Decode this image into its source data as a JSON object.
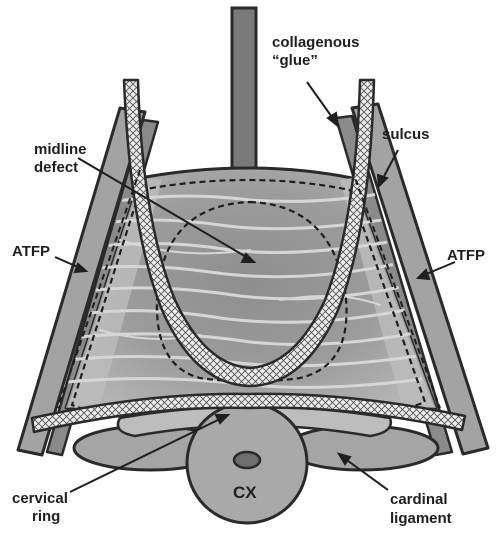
{
  "labels": {
    "collagenous_line1": "collagenous",
    "collagenous_line2": "“glue”",
    "sulcus": "sulcus",
    "midline_line1": "midline",
    "midline_line2": "defect",
    "atfp_left": "ATFP",
    "atfp_right": "ATFP",
    "cervical_line1": "cervical",
    "cervical_line2": "ring",
    "cx": "CX",
    "cardinal_line1": "cardinal",
    "cardinal_line2": "ligament"
  },
  "colors": {
    "outline": "#2a2a2a",
    "tissue_dark": "#7d7d7d",
    "tissue_mid": "#9a9a9a",
    "tissue_light": "#c4c4c4",
    "mesh_fill": "#e8e8e8",
    "fiber": "#d2d2d2"
  }
}
